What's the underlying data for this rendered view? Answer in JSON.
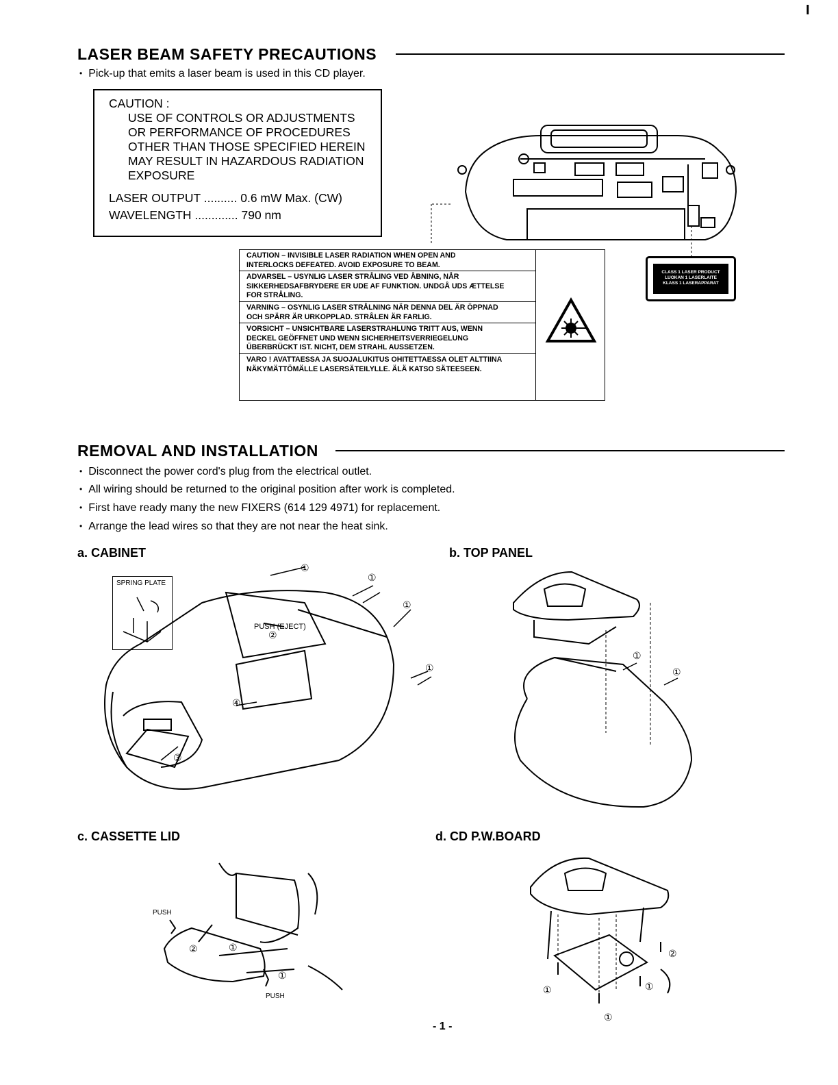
{
  "page_marker": "I",
  "laser": {
    "title": "LASER BEAM SAFETY PRECAUTIONS",
    "intro": "Pick-up that emits a laser beam is used in this CD player.",
    "caution_head": "CAUTION :",
    "caution_lines": [
      "USE OF CONTROLS OR ADJUSTMENTS",
      "OR PERFORMANCE OF PROCEDURES",
      "OTHER THAN THOSE SPECIFIED HEREIN",
      "MAY RESULT IN HAZARDOUS RADIATION",
      "EXPOSURE"
    ],
    "output_line": "LASER OUTPUT .......... 0.6 mW Max. (CW)",
    "wavelength_line": "WAVELENGTH ............. 790 nm",
    "label_rows": [
      [
        "CAUTION – INVISIBLE LASER RADIATION WHEN OPEN AND",
        "INTERLOCKS DEFEATED. AVOID EXPOSURE TO BEAM."
      ],
      [
        "ADVARSEL – USYNLIG LASER STRÅLING VED ÅBNING, NÅR",
        "SIKKERHEDSAFBRYDERE ER UDE AF FUNKTION. UNDGÅ UDS ÆTTELSE",
        "FOR STRÅLING."
      ],
      [
        "VARNING – OSYNLIG LASER STRÅLNING NÄR DENNA DEL ÄR ÖPPNAD",
        "OCH SPÄRR ÄR URKOPPLAD. STRÅLEN ÄR FARLIG."
      ],
      [
        "VORSICHT – UNSICHTBARE LASERSTRAHLUNG TRITT AUS, WENN",
        "DECKEL GEÖFFNET UND WENN SICHERHEITSVERRIEGELUNG",
        "ÜBERBRÜCKT IST. NICHT, DEM STRAHL AUSSETZEN."
      ],
      [
        "VARO ! AVATTAESSA JA SUOJALUKITUS OHITETTAESSA OLET ALTTIINA",
        "NÄKYMÄTTÖMÄLLE LASERSÄTEILYLLE. ÄLÄ KATSO SÄTEESEEN."
      ]
    ],
    "class_label": [
      "CLASS 1 LASER PRODUCT",
      "LUOKAN 1 LASERLAITE",
      "KLASS 1 LASERAPPARAT"
    ]
  },
  "removal": {
    "title": "REMOVAL AND INSTALLATION",
    "bullets": [
      "Disconnect the power cord's plug from the electrical outlet.",
      "All wiring should be returned to the original position after work is completed.",
      "First have ready many the new FIXERS (614 129 4971) for replacement.",
      "Arrange the lead wires so that they are not near the heat sink."
    ]
  },
  "sections": {
    "a": "a.  CABINET",
    "b": "b.  TOP PANEL",
    "c": "c.  CASSETTE  LID",
    "d": "d.  CD  P.W.BOARD"
  },
  "callouts": {
    "spring_plate": "SPRING PLATE",
    "push_eject": "PUSH (EJECT)",
    "push": "PUSH",
    "n1": "①",
    "n2": "②",
    "n3": "③",
    "n4": "④"
  },
  "page_number": "- 1 -"
}
